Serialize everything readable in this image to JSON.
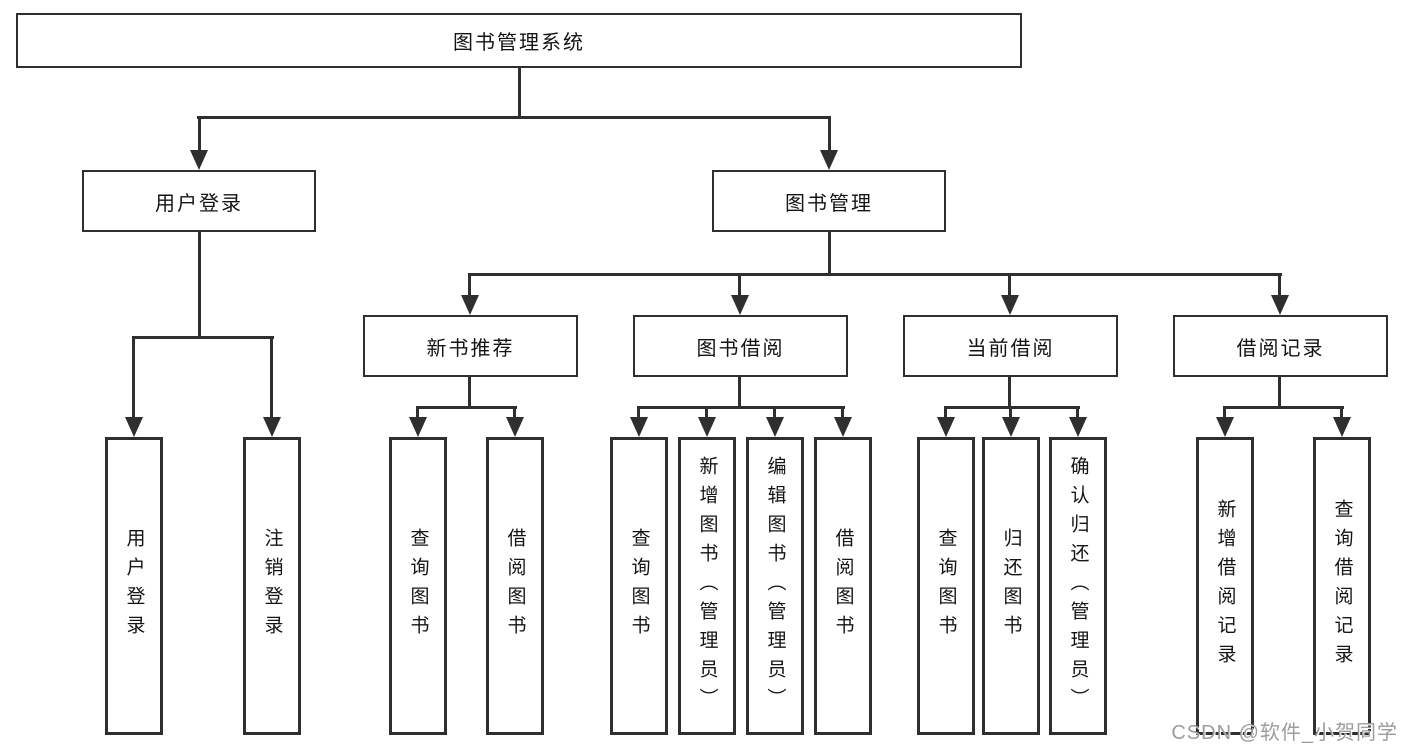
{
  "tree": {
    "root": "图书管理系统",
    "branches": [
      {
        "label": "用户登录",
        "children": [
          "用户登录",
          "注销登录"
        ]
      },
      {
        "label": "图书管理",
        "subBranches": [
          {
            "label": "新书推荐",
            "children": [
              "查询图书",
              "借阅图书"
            ]
          },
          {
            "label": "图书借阅",
            "children": [
              "查询图书",
              "新增图书（管理员）",
              "编辑图书（管理员）",
              "借阅图书"
            ]
          },
          {
            "label": "当前借阅",
            "children": [
              "查询图书",
              "归还图书",
              "确认归还（管理员）"
            ]
          },
          {
            "label": "借阅记录",
            "children": [
              "新增借阅记录",
              "查询借阅记录"
            ]
          }
        ]
      }
    ]
  },
  "watermark": {
    "text": "CSDN @软件_小贺同学"
  },
  "colors": {
    "line": "#2f2f2f",
    "text": "#141414",
    "watermark": "#9c9c9c",
    "background": "#ffffff"
  }
}
